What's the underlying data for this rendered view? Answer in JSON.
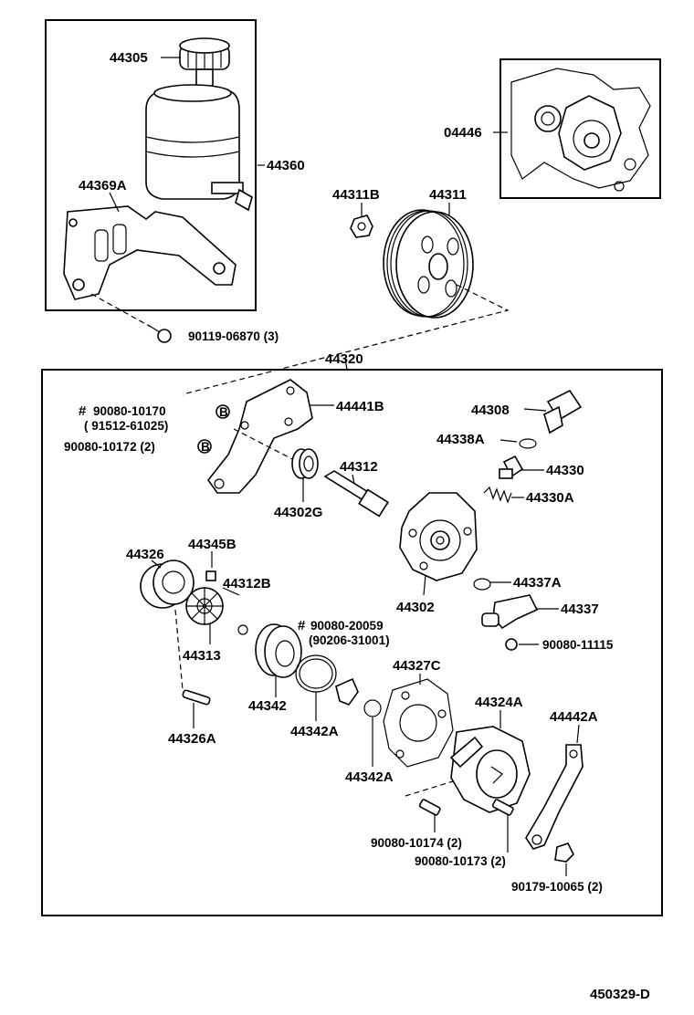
{
  "labels": {
    "p44305": "44305",
    "p44360": "44360",
    "p44369a": "44369A",
    "p90119": "90119-06870 (3)",
    "p04446": "04446",
    "p44311b": "44311B",
    "p44311": "44311",
    "p44320": "44320",
    "p90080_10170": "90080-10170",
    "p91512": "( 91512-61025)",
    "p90080_10172": "90080-10172 (2)",
    "p44441b": "44441B",
    "p44308": "44308",
    "p44338a": "44338A",
    "p44312": "44312",
    "p44330": "44330",
    "p44302g": "44302G",
    "p44330a": "44330A",
    "p44326": "44326",
    "p44345b": "44345B",
    "p44312b": "44312B",
    "p44337a": "44337A",
    "p44302": "44302",
    "p44337": "44337",
    "p90080_20059": "90080-20059",
    "p90206": "(90206-31001)",
    "p44313": "44313",
    "p90080_11115": "90080-11115",
    "p44327c": "44327C",
    "p44324a": "44324A",
    "p44442a": "44442A",
    "p44342": "44342",
    "p44342a_1": "44342A",
    "p44326a": "44326A",
    "p44342a_2": "44342A",
    "p90080_10174": "90080-10174 (2)",
    "p90080_10173": "90080-10173 (2)",
    "p90179": "90179-10065 (2)",
    "ref_code": "450329-D"
  },
  "marks": {
    "hash": "#",
    "bolt_code": "B"
  }
}
